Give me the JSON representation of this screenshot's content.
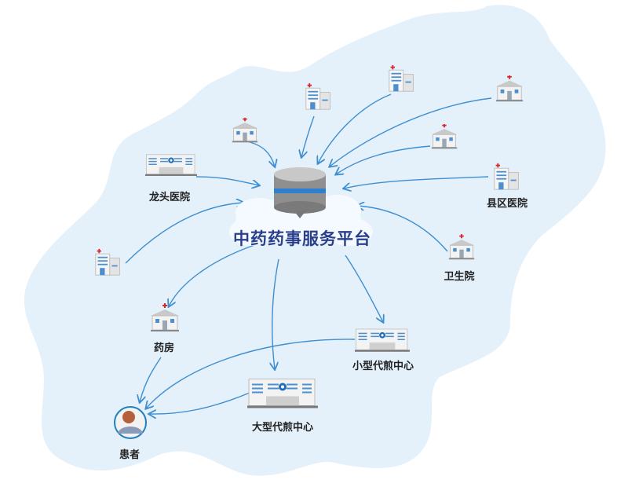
{
  "platform": {
    "title": "中药药事服务平台"
  },
  "nodes": {
    "leading_hospital": "龙头医院",
    "county_hospital": "县区医院",
    "health_center": "卫生院",
    "pharmacy": "药房",
    "small_decoction_center": "小型代煎中心",
    "large_decoction_center": "大型代煎中心",
    "patient": "患者"
  },
  "colors": {
    "map": "#e4f1fa",
    "arrow": "#3f8ed0",
    "title": "#2a3f8c",
    "cross": "#d9262c"
  }
}
